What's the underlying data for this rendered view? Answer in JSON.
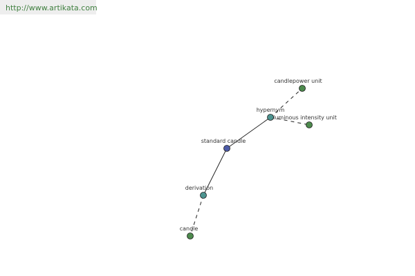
{
  "header": {
    "url": "http://www.artikata.com"
  },
  "colors": {
    "central_node": "#4c5aa6",
    "relation_node": "#4d9490",
    "term_node": "#4d8a4d",
    "edge": "#222222"
  },
  "graph": {
    "nodes": [
      {
        "id": "standard_candle",
        "label": "standard candle",
        "kind": "central"
      },
      {
        "id": "hypernym",
        "label": "hypernym",
        "kind": "relation"
      },
      {
        "id": "derivation",
        "label": "derivation",
        "kind": "relation"
      },
      {
        "id": "candlepower_unit",
        "label": "candlepower unit",
        "kind": "term"
      },
      {
        "id": "luminous_intensity_unit",
        "label": "luminous intensity unit",
        "kind": "term"
      },
      {
        "id": "candle",
        "label": "candle",
        "kind": "term"
      }
    ],
    "edges": [
      {
        "from": "standard_candle",
        "to": "hypernym",
        "style": "solid"
      },
      {
        "from": "standard_candle",
        "to": "derivation",
        "style": "solid"
      },
      {
        "from": "hypernym",
        "to": "candlepower_unit",
        "style": "dashed"
      },
      {
        "from": "hypernym",
        "to": "luminous_intensity_unit",
        "style": "dashed"
      },
      {
        "from": "derivation",
        "to": "candle",
        "style": "dashed"
      }
    ]
  }
}
